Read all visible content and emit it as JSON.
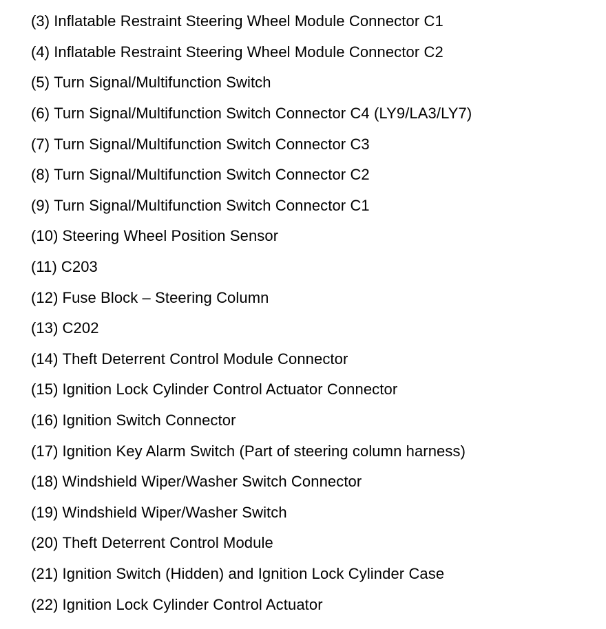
{
  "page": {
    "background": "#ffffff",
    "text_color": "#000000"
  },
  "legend": {
    "items": [
      {
        "number": "(3)",
        "label": "Inflatable Restraint Steering Wheel Module Connector C1"
      },
      {
        "number": "(4)",
        "label": "Inflatable Restraint Steering Wheel Module Connector C2"
      },
      {
        "number": "(5)",
        "label": "Turn Signal/Multifunction Switch"
      },
      {
        "number": "(6)",
        "label": "Turn Signal/Multifunction Switch Connector C4 (LY9/LA3/LY7)"
      },
      {
        "number": "(7)",
        "label": "Turn Signal/Multifunction Switch Connector C3"
      },
      {
        "number": "(8)",
        "label": "Turn Signal/Multifunction Switch Connector C2"
      },
      {
        "number": "(9)",
        "label": "Turn Signal/Multifunction Switch Connector C1"
      },
      {
        "number": "(10)",
        "label": "Steering Wheel Position Sensor"
      },
      {
        "number": "(11)",
        "label": "C203"
      },
      {
        "number": "(12)",
        "label": "Fuse Block – Steering Column"
      },
      {
        "number": "(13)",
        "label": "C202"
      },
      {
        "number": "(14)",
        "label": "Theft Deterrent Control Module Connector"
      },
      {
        "number": "(15)",
        "label": "Ignition Lock Cylinder Control Actuator Connector"
      },
      {
        "number": "(16)",
        "label": "Ignition Switch Connector"
      },
      {
        "number": "(17)",
        "label": "Ignition Key Alarm Switch (Part of steering column harness)"
      },
      {
        "number": "(18)",
        "label": "Windshield Wiper/Washer Switch Connector"
      },
      {
        "number": "(19)",
        "label": "Windshield Wiper/Washer Switch"
      },
      {
        "number": "(20)",
        "label": "Theft Deterrent Control Module"
      },
      {
        "number": "(21)",
        "label": "Ignition Switch (Hidden) and Ignition Lock Cylinder Case"
      },
      {
        "number": "(22)",
        "label": "Ignition Lock Cylinder Control Actuator"
      }
    ]
  }
}
